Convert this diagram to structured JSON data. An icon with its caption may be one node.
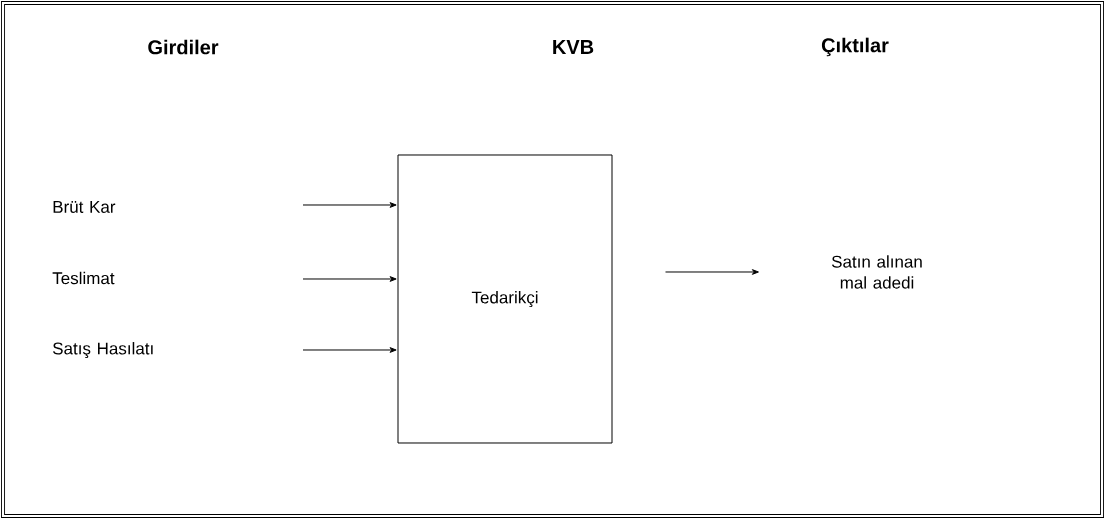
{
  "diagram": {
    "nodes": [
      {
        "text": [
          "Brüt Kar"
        ]
      },
      {
        "text": [
          "Teslimat"
        ]
      },
      {
        "text": [
          "Satış Hasılatı"
        ]
      },
      {
        "text": [
          "Tedarikçi"
        ]
      },
      {
        "text": [
          "Satın alınan mal adedi"
        ]
      }
    ],
    "edges": [
      {
        "from": null,
        "to": 3,
        "arrow": "to"
      },
      {
        "from": null,
        "to": 3,
        "arrow": "to"
      },
      {
        "from": null,
        "to": 3,
        "arrow": "to"
      },
      {
        "from": 3,
        "to": 4,
        "arrow": "to"
      }
    ],
    "labels": [
      "Girdiler",
      "KVB",
      "Çıktılar"
    ]
  }
}
